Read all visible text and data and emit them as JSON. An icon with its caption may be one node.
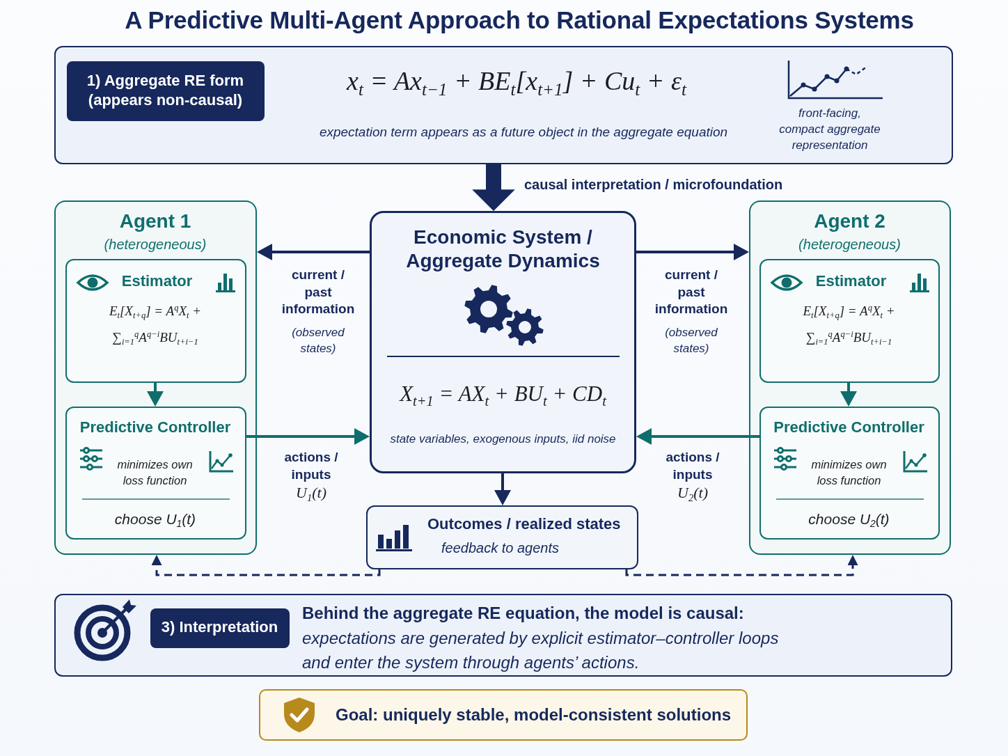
{
  "diagram": {
    "title": "A Predictive Multi-Agent Approach to Rational Expectations Systems",
    "nodes": [
      {
        "text": [
          "x$_{t}$ = Ax$_{t−1}$ + BE$_{t}$[x$_{t+1}$] + Cu$_{t}$ + ε$_{t}$",
          "expectation term appears as a future object in the aggregate equation",
          "front-facing, compact aggregate representation"
        ]
      },
      {
        "text": [
          "1) Aggregate RE form (appears non-causal)"
        ],
        "in": 0
      },
      {
        "text": [
          "Agent 1",
          "(heterogeneous)"
        ]
      },
      {
        "text": [
          "Estimator",
          "E$_{t}$[X$_{t+q}$] = A$^{q}$X$_{t}$ + ∑$_{i=1}$$^{q}$A$^{q−i}$BU$_{t+i−1}$"
        ],
        "in": 2
      },
      {
        "text": [
          "Predictive Controller",
          "minimizes own loss function",
          "choose U$_{1}$(t)"
        ],
        "in": 2
      },
      {
        "text": [
          "Economic System / Aggregate Dynamics",
          "X$_{t+1}$ = AX$_{t}$ + BU$_{t}$ + CD$_{t}$",
          "state variables, exogenous inputs, iid noise"
        ]
      },
      {
        "text": [
          "Outcomes / realized states",
          "feedback to agents"
        ]
      },
      {
        "text": [
          "Agent 2",
          "(heterogeneous)"
        ]
      },
      {
        "text": [
          "Estimator",
          "E$_{t}$[X$_{t+q}$] = A$^{q}$X$_{t}$ + ∑$_{i=1}$$^{q}$A$^{q−i}$BU$_{t+i−1}$"
        ],
        "in": 7
      },
      {
        "text": [
          "Predictive Controller",
          "minimizes own loss function",
          "choose U$_{2}$(t)"
        ],
        "in": 7
      },
      {
        "text": [
          "Behind the aggregate RE equation, the model is causal:",
          "expectations are generated by explicit estimator–controller loops and enter the system through agents’ actions."
        ]
      },
      {
        "text": [
          "3) Interpretation"
        ],
        "in": 10
      },
      {
        "text": [
          "Goal: uniquely stable, model-consistent solutions"
        ]
      }
    ],
    "edges": [
      {
        "from": 0,
        "to": 5,
        "arrow": "to",
        "label": "causal interpretation / microfoundation",
        "style": "thick"
      },
      {
        "from": 5,
        "to": 2,
        "arrow": "to",
        "label": "**current / past information** *(observed states)*"
      },
      {
        "from": 5,
        "to": 7,
        "arrow": "to",
        "label": "**current / past information** *(observed states)*"
      },
      {
        "from": 3,
        "to": 4,
        "arrow": "to",
        "color": "#0f6e6d"
      },
      {
        "from": 4,
        "to": 5,
        "arrow": "to",
        "label": "**actions / inputs** U$_{1}$(t)",
        "color": "#0f6e6d"
      },
      {
        "from": 8,
        "to": 9,
        "arrow": "to",
        "color": "#0f6e6d"
      },
      {
        "from": 9,
        "to": 5,
        "arrow": "to",
        "label": "**actions / inputs** U$_{2}$(t)",
        "color": "#0f6e6d"
      },
      {
        "from": 5,
        "to": 6,
        "arrow": "to"
      },
      {
        "from": 6,
        "to": 2,
        "arrow": "to",
        "style": "dashed"
      },
      {
        "from": 6,
        "to": 7,
        "arrow": "to",
        "style": "dashed"
      }
    ]
  }
}
